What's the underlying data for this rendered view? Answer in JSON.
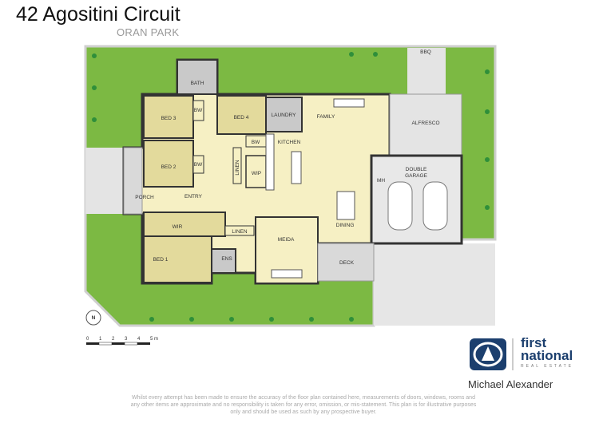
{
  "header": {
    "title": "42 Agositini Circuit",
    "subtitle": "ORAN PARK"
  },
  "rooms": {
    "bath": "BATH",
    "bed3": "BED 3",
    "bed2": "BED 2",
    "bed4": "BED 4",
    "laundry": "LAUNDRY",
    "family": "FAMILY",
    "kitchen": "KITCHEN",
    "alfresco": "ALFRESCO",
    "garage1": "DOUBLE",
    "garage2": "GARAGE",
    "mh": "MH",
    "bbq": "BBQ",
    "bw1": "BW",
    "bw2": "BW",
    "bw3": "BW",
    "linen1": "LINEN",
    "linen2": "LINEN",
    "wip": "WIP",
    "porch": "PORCH",
    "entry": "ENTRY",
    "wir": "WIR",
    "bed1": "BED 1",
    "ens": "ENS",
    "meida": "MEIDA",
    "dining": "DINING",
    "deck": "DECK"
  },
  "scale": {
    "ticks": [
      "0",
      "1",
      "2",
      "3",
      "4",
      "5 m"
    ]
  },
  "compass": {
    "label": "N"
  },
  "brand": {
    "line1": "first",
    "line2": "national",
    "line3": "REAL ESTATE",
    "agent": "Michael Alexander"
  },
  "disclaimer": "Whilst every attempt has been made to ensure the accuracy of the floor plan contained here, measurements of doors, windows, rooms and any other items are approximate and no responsibility is taken for any error, omission, or mis-statement. This plan is for illustrative purposes only and should be used as such by any prospective buyer.",
  "colors": {
    "lawn": "#7cb943",
    "paving": "#e4e4e4",
    "living": "#f6f0c4",
    "bedroom": "#e3da9c",
    "wet": "#c9c9c9",
    "wall": "#333333",
    "brand": "#1c3f6e"
  }
}
